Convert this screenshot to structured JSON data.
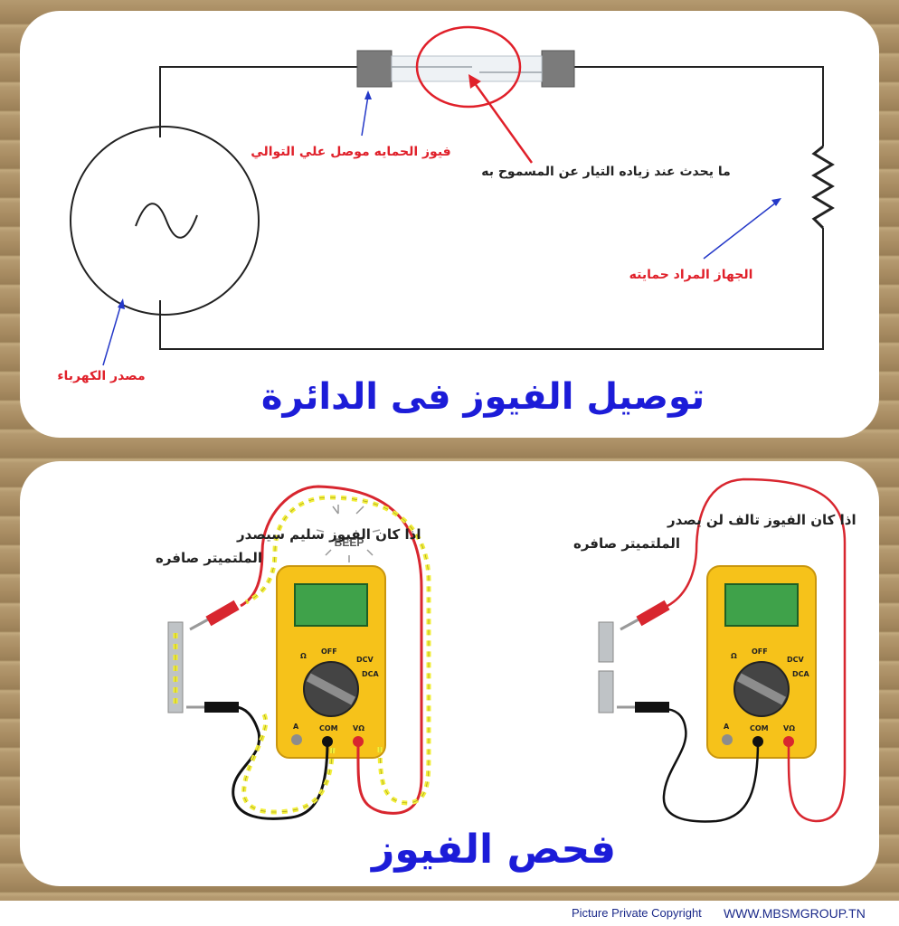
{
  "top_panel": {
    "title": "توصيل الفيوز فى الدائرة",
    "label_fuse": "فيوز الحمايه موصل علي التوالي",
    "label_overcurrent": "ما يحدث عند زياده التيار عن المسموح به",
    "label_load": "الجهاز المراد حمايته",
    "label_source": "مصدر الكهرباء"
  },
  "bottom_panel": {
    "title": "فحص الفيوز",
    "good_fuse_line1": "اذا كان الفيوز سليم سيصدر",
    "good_fuse_line2": "الملتميتر صافره",
    "bad_fuse_line1": "اذا كان الفيوز تالف لن يصدر",
    "bad_fuse_line2": "الملتميتر صافره",
    "beep": "BEEP",
    "meter_labels": {
      "off": "OFF",
      "ohm": "Ω",
      "dcv": "DCV",
      "dca": "DCA",
      "a": "A",
      "com": "COM",
      "vohm": "VΩ"
    }
  },
  "footer": {
    "copyright": "Picture Private Copyright",
    "site": "WWW.MBSMGROUP.TN"
  },
  "colors": {
    "title_blue": "#1c1cd8",
    "label_red": "#e0202a",
    "meter_yellow": "#f6c21a",
    "lcd_green": "#3fa24a",
    "wire_red": "#d8262f",
    "arrow_yellow": "#f2ee3a"
  }
}
